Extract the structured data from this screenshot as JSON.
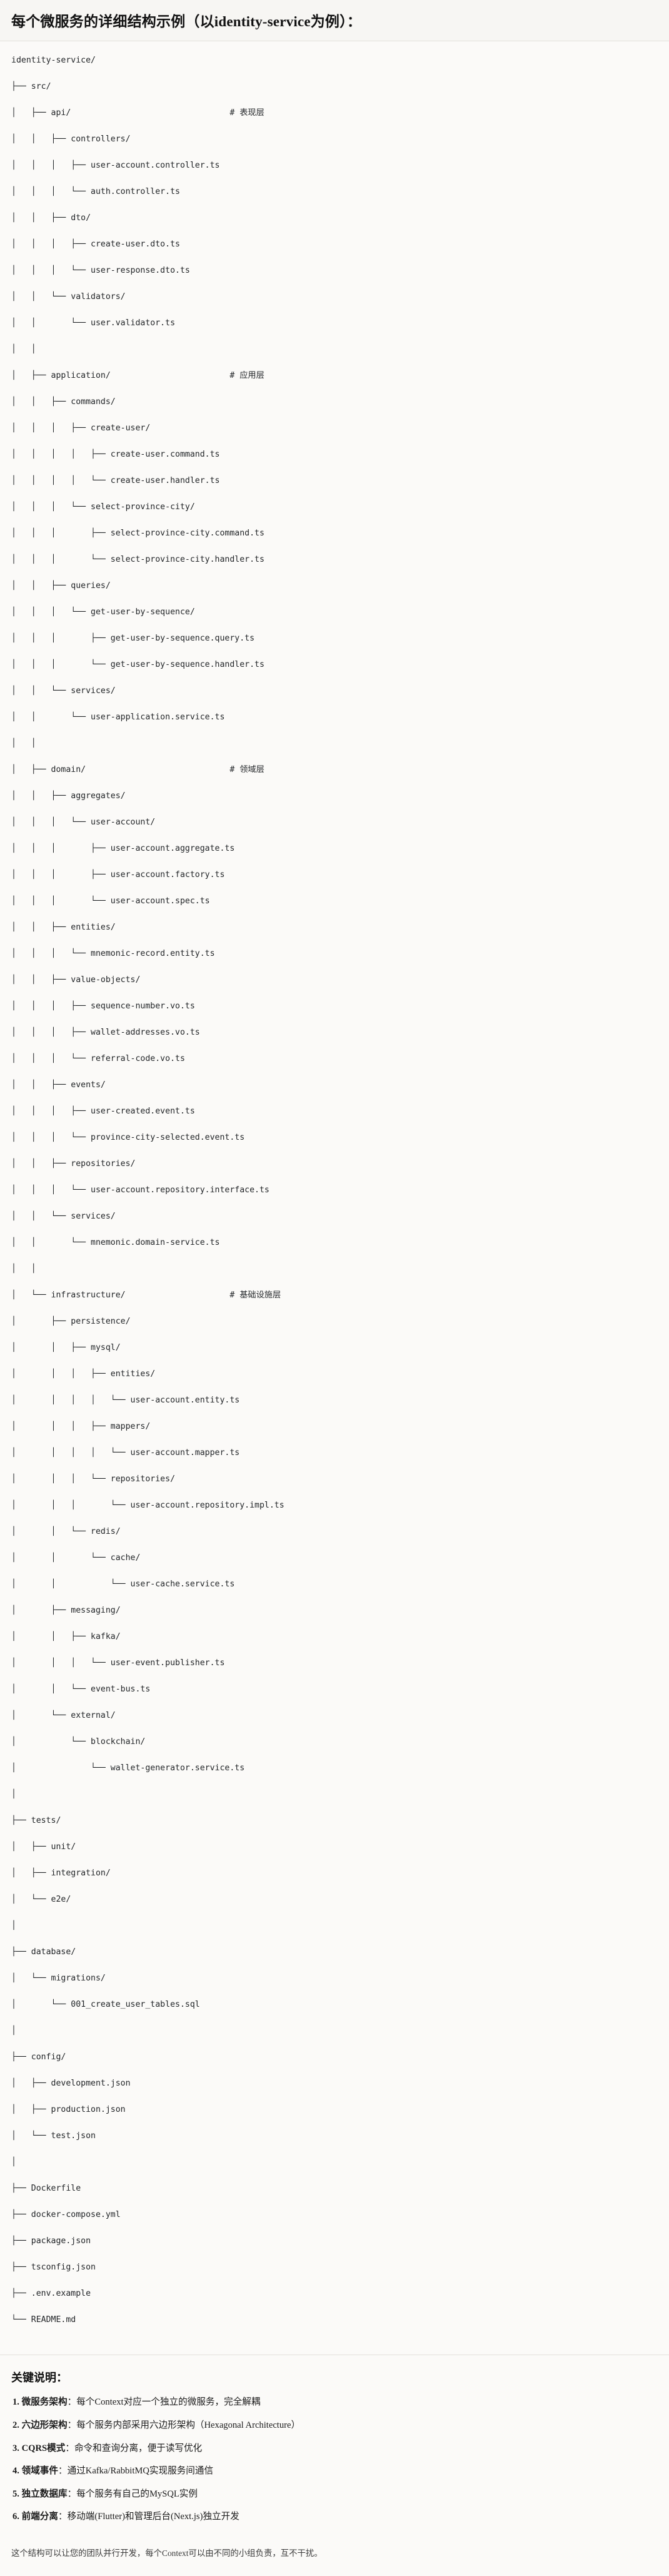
{
  "header": {
    "title": "每个微服务的详细结构示例（以identity-service为例）："
  },
  "tree": {
    "lines": [
      {
        "path": "identity-service/",
        "comment": ""
      },
      {
        "path": "├── src/",
        "comment": ""
      },
      {
        "path": "│   ├── api/",
        "comment": "# 表现层"
      },
      {
        "path": "│   │   ├── controllers/",
        "comment": ""
      },
      {
        "path": "│   │   │   ├── user-account.controller.ts",
        "comment": ""
      },
      {
        "path": "│   │   │   └── auth.controller.ts",
        "comment": ""
      },
      {
        "path": "│   │   ├── dto/",
        "comment": ""
      },
      {
        "path": "│   │   │   ├── create-user.dto.ts",
        "comment": ""
      },
      {
        "path": "│   │   │   └── user-response.dto.ts",
        "comment": ""
      },
      {
        "path": "│   │   └── validators/",
        "comment": ""
      },
      {
        "path": "│   │       └── user.validator.ts",
        "comment": ""
      },
      {
        "path": "│   │",
        "comment": ""
      },
      {
        "path": "│   ├── application/",
        "comment": "# 应用层"
      },
      {
        "path": "│   │   ├── commands/",
        "comment": ""
      },
      {
        "path": "│   │   │   ├── create-user/",
        "comment": ""
      },
      {
        "path": "│   │   │   │   ├── create-user.command.ts",
        "comment": ""
      },
      {
        "path": "│   │   │   │   └── create-user.handler.ts",
        "comment": ""
      },
      {
        "path": "│   │   │   └── select-province-city/",
        "comment": ""
      },
      {
        "path": "│   │   │       ├── select-province-city.command.ts",
        "comment": ""
      },
      {
        "path": "│   │   │       └── select-province-city.handler.ts",
        "comment": ""
      },
      {
        "path": "│   │   ├── queries/",
        "comment": ""
      },
      {
        "path": "│   │   │   └── get-user-by-sequence/",
        "comment": ""
      },
      {
        "path": "│   │   │       ├── get-user-by-sequence.query.ts",
        "comment": ""
      },
      {
        "path": "│   │   │       └── get-user-by-sequence.handler.ts",
        "comment": ""
      },
      {
        "path": "│   │   └── services/",
        "comment": ""
      },
      {
        "path": "│   │       └── user-application.service.ts",
        "comment": ""
      },
      {
        "path": "│   │",
        "comment": ""
      },
      {
        "path": "│   ├── domain/",
        "comment": "# 领域层"
      },
      {
        "path": "│   │   ├── aggregates/",
        "comment": ""
      },
      {
        "path": "│   │   │   └── user-account/",
        "comment": ""
      },
      {
        "path": "│   │   │       ├── user-account.aggregate.ts",
        "comment": ""
      },
      {
        "path": "│   │   │       ├── user-account.factory.ts",
        "comment": ""
      },
      {
        "path": "│   │   │       └── user-account.spec.ts",
        "comment": ""
      },
      {
        "path": "│   │   ├── entities/",
        "comment": ""
      },
      {
        "path": "│   │   │   └── mnemonic-record.entity.ts",
        "comment": ""
      },
      {
        "path": "│   │   ├── value-objects/",
        "comment": ""
      },
      {
        "path": "│   │   │   ├── sequence-number.vo.ts",
        "comment": ""
      },
      {
        "path": "│   │   │   ├── wallet-addresses.vo.ts",
        "comment": ""
      },
      {
        "path": "│   │   │   └── referral-code.vo.ts",
        "comment": ""
      },
      {
        "path": "│   │   ├── events/",
        "comment": ""
      },
      {
        "path": "│   │   │   ├── user-created.event.ts",
        "comment": ""
      },
      {
        "path": "│   │   │   └── province-city-selected.event.ts",
        "comment": ""
      },
      {
        "path": "│   │   ├── repositories/",
        "comment": ""
      },
      {
        "path": "│   │   │   └── user-account.repository.interface.ts",
        "comment": ""
      },
      {
        "path": "│   │   └── services/",
        "comment": ""
      },
      {
        "path": "│   │       └── mnemonic.domain-service.ts",
        "comment": ""
      },
      {
        "path": "│   │",
        "comment": ""
      },
      {
        "path": "│   └── infrastructure/",
        "comment": "# 基础设施层"
      },
      {
        "path": "│       ├── persistence/",
        "comment": ""
      },
      {
        "path": "│       │   ├── mysql/",
        "comment": ""
      },
      {
        "path": "│       │   │   ├── entities/",
        "comment": ""
      },
      {
        "path": "│       │   │   │   └── user-account.entity.ts",
        "comment": ""
      },
      {
        "path": "│       │   │   ├── mappers/",
        "comment": ""
      },
      {
        "path": "│       │   │   │   └── user-account.mapper.ts",
        "comment": ""
      },
      {
        "path": "│       │   │   └── repositories/",
        "comment": ""
      },
      {
        "path": "│       │   │       └── user-account.repository.impl.ts",
        "comment": ""
      },
      {
        "path": "│       │   └── redis/",
        "comment": ""
      },
      {
        "path": "│       │       └── cache/",
        "comment": ""
      },
      {
        "path": "│       │           └── user-cache.service.ts",
        "comment": ""
      },
      {
        "path": "│       ├── messaging/",
        "comment": ""
      },
      {
        "path": "│       │   ├── kafka/",
        "comment": ""
      },
      {
        "path": "│       │   │   └── user-event.publisher.ts",
        "comment": ""
      },
      {
        "path": "│       │   └── event-bus.ts",
        "comment": ""
      },
      {
        "path": "│       └── external/",
        "comment": ""
      },
      {
        "path": "│           └── blockchain/",
        "comment": ""
      },
      {
        "path": "│               └── wallet-generator.service.ts",
        "comment": ""
      },
      {
        "path": "│",
        "comment": ""
      },
      {
        "path": "├── tests/",
        "comment": ""
      },
      {
        "path": "│   ├── unit/",
        "comment": ""
      },
      {
        "path": "│   ├── integration/",
        "comment": ""
      },
      {
        "path": "│   └── e2e/",
        "comment": ""
      },
      {
        "path": "│",
        "comment": ""
      },
      {
        "path": "├── database/",
        "comment": ""
      },
      {
        "path": "│   └── migrations/",
        "comment": ""
      },
      {
        "path": "│       └── 001_create_user_tables.sql",
        "comment": ""
      },
      {
        "path": "│",
        "comment": ""
      },
      {
        "path": "├── config/",
        "comment": ""
      },
      {
        "path": "│   ├── development.json",
        "comment": ""
      },
      {
        "path": "│   ├── production.json",
        "comment": ""
      },
      {
        "path": "│   └── test.json",
        "comment": ""
      },
      {
        "path": "│",
        "comment": ""
      },
      {
        "path": "├── Dockerfile",
        "comment": ""
      },
      {
        "path": "├── docker-compose.yml",
        "comment": ""
      },
      {
        "path": "├── package.json",
        "comment": ""
      },
      {
        "path": "├── tsconfig.json",
        "comment": ""
      },
      {
        "path": "├── .env.example",
        "comment": ""
      },
      {
        "path": "└── README.md",
        "comment": ""
      }
    ]
  },
  "notes": {
    "heading": "关键说明：",
    "items": [
      {
        "term": "微服务架构",
        "sep": "：",
        "desc": "每个Context对应一个独立的微服务，完全解耦"
      },
      {
        "term": "六边形架构",
        "sep": "：",
        "desc": "每个服务内部采用六边形架构（Hexagonal Architecture）"
      },
      {
        "term": "CQRS模式",
        "sep": "：",
        "desc": "命令和查询分离，便于读写优化"
      },
      {
        "term": "领域事件",
        "sep": "：",
        "desc": "通过Kafka/RabbitMQ实现服务间通信"
      },
      {
        "term": "独立数据库",
        "sep": "：",
        "desc": "每个服务有自己的MySQL实例"
      },
      {
        "term": "前端分离",
        "sep": "：",
        "desc": "移动端(Flutter)和管理后台(Next.js)独立开发"
      }
    ]
  },
  "closing": {
    "text": "这个结构可以让您的团队并行开发，每个Context可以由不同的小组负责，互不干扰。"
  }
}
